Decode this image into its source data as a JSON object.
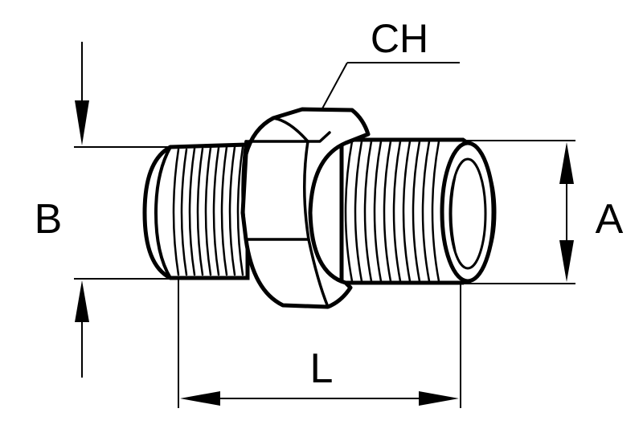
{
  "labels": {
    "ch": "CH",
    "a": "A",
    "b": "B",
    "l": "L"
  },
  "colors": {
    "stroke": "#000000",
    "background": "#ffffff"
  }
}
